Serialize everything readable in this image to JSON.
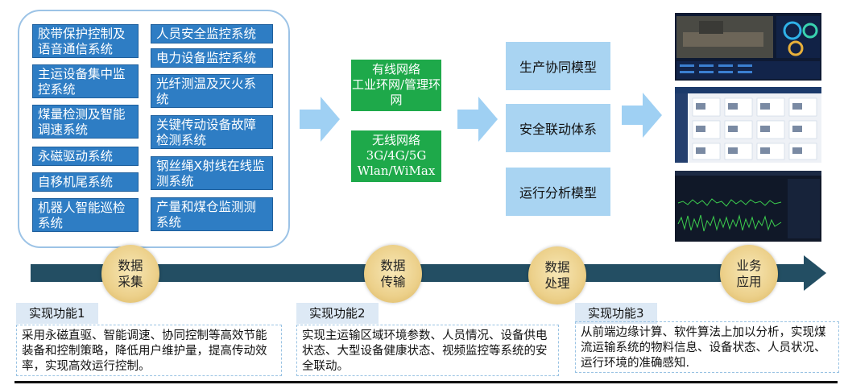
{
  "systems": {
    "left": [
      "胶带保护控制及语音通信系统",
      "主运设备集中监控系统",
      "煤量检测及智能调速系统",
      "永磁驱动系统",
      "自移机尾系统",
      "机器人智能巡检系统"
    ],
    "right": [
      "人员安全监控系统",
      "电力设备监控系统",
      "光纤测温及灭火系统",
      "关键传动设备故障检测系统",
      "钢丝绳X射线在线监测系统",
      "产量和煤仓监测测系统"
    ]
  },
  "network": {
    "wired_title": "有线网络",
    "wired_body": "工业环网/管理环网",
    "wireless_title": "无线网络",
    "wireless_body_1": "3G/4G/5G",
    "wireless_body_2": "Wlan/WiMax"
  },
  "models": [
    "生产协同模型",
    "安全联动体系",
    "运行分析模型"
  ],
  "stages": [
    {
      "line1": "数据",
      "line2": "采集"
    },
    {
      "line1": "数据",
      "line2": "传输"
    },
    {
      "line1": "数据",
      "line2": "处理"
    },
    {
      "line1": "业务",
      "line2": "应用"
    }
  ],
  "functions": [
    {
      "title": "实现功能1",
      "text": "采用永磁直驱、智能调速、协同控制等高效节能装备和控制策略，降低用户维护量，提高传动效率，实现高效运行控制。"
    },
    {
      "title": "实现功能2",
      "text": "实现主运输区域环境参数、人员情况、设备供电状态、大型设备健康状态、视频监控等系统的安全联动。"
    },
    {
      "title": "实现功能3",
      "text": "从前端边缘计算、软件算法上加以分析，实现煤流运输系统的物料信息、设备状态、人员状况、运行环境的准确感知."
    }
  ],
  "colors": {
    "system_box": "#2e7dc4",
    "network_box": "#1ea94a",
    "model_box": "#a9d4f2",
    "flow_arrow": "#9fd0f3",
    "timeline": "#234e63",
    "stage_circle": "#ecd08a"
  }
}
